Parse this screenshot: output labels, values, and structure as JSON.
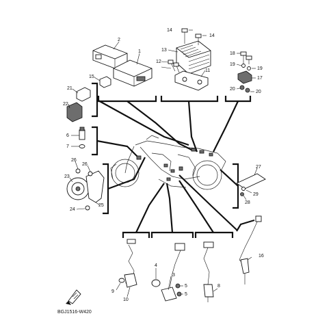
{
  "diagram": {
    "callouts": {
      "c1": "1",
      "c2": "2",
      "c3": "3",
      "c4": "4",
      "c5a": "5",
      "c5b": "5",
      "c6": "6",
      "c7": "7",
      "c8": "8",
      "c9": "9",
      "c10": "10",
      "c11": "11",
      "c12": "12",
      "c13": "13",
      "c14a": "14",
      "c14b": "14",
      "c15": "15",
      "c16": "16",
      "c17": "17",
      "c18": "18",
      "c19a": "19",
      "c19b": "19",
      "c20a": "20",
      "c20b": "20",
      "c21": "21",
      "c22": "22",
      "c23": "23",
      "c24": "24",
      "c25": "25",
      "c26a": "26",
      "c26b": "26",
      "c27": "27",
      "c28": "28",
      "c29": "29"
    },
    "figure_code": "BGJ1516-W420",
    "icon": "front-arrow-icon"
  }
}
